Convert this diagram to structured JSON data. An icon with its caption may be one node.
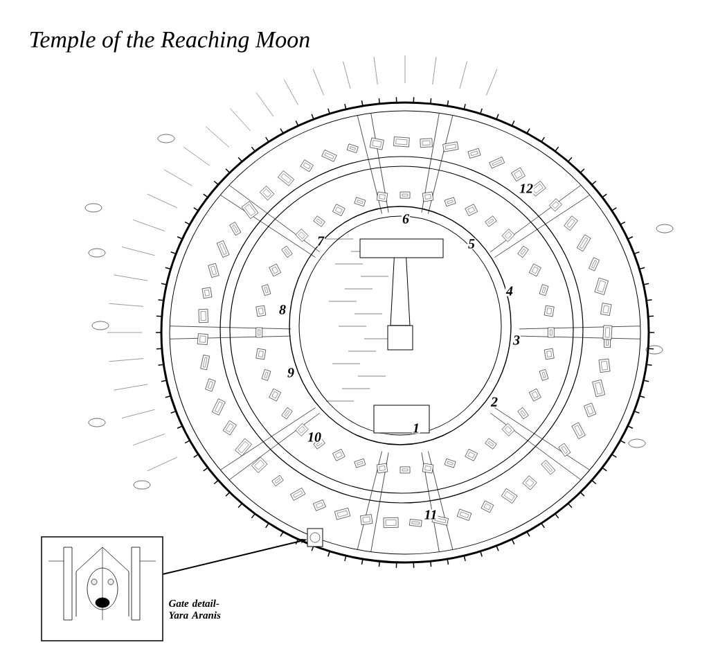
{
  "diagram": {
    "title": "Temple of the Reaching Moon",
    "nodes": [
      {
        "text": [],
        "shape": "picture",
        "beside": [
          "Gate detail- Yara Aranis"
        ]
      },
      {
        "text": [],
        "shape": "picture"
      }
    ],
    "edges": [
      {
        "from": 0,
        "to": 1,
        "arrow": "to"
      }
    ],
    "labels": [
      "12",
      "6",
      "7",
      "5",
      "4",
      "8",
      "3",
      "9",
      "2",
      "1",
      "10",
      "11"
    ]
  }
}
